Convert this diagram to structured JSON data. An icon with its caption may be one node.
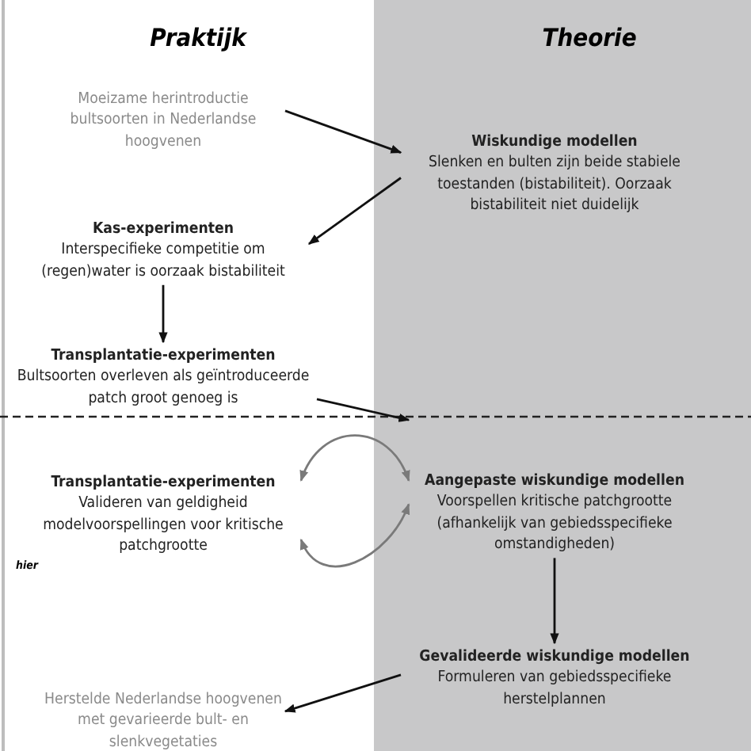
{
  "diagram": {
    "nodes": [
      {
        "text": [
          "Moeizame herintroductie bultsoorten in Nederlandse hoogvenen"
        ]
      },
      {
        "text": [
          "Wiskundige modellen",
          "Slenken en bulten zijn beide stabiele toestanden (bistabiliteit). Oorzaak bistabiliteit niet duidelijk"
        ]
      },
      {
        "text": [
          "Kas-experimenten",
          "Interspecifieke competitie om (regen)water is oorzaak bistabiliteit"
        ]
      },
      {
        "text": [
          "Transplantatie-experimenten",
          "Bultsoorten overleven als geïntroduceerde patch groot genoeg is"
        ]
      },
      {
        "text": [
          "Transplantatie-experimenten",
          "Valideren van geldigheid modelvoorspellingen voor kritische patchgrootte"
        ]
      },
      {
        "text": [
          "Aangepaste wiskundige modellen",
          "Voorspellen kritische patchgrootte (afhankelijk van gebiedsspecifieke omstandigheden)"
        ]
      },
      {
        "text": [
          "Gevalideerde wiskundige modellen",
          "Formuleren van gebiedsspecifieke herstelplannen"
        ]
      },
      {
        "text": [
          "Herstelde Nederlandse hoogvenen met gevarieerde bult- en slenkvegetaties"
        ]
      }
    ],
    "edges": [
      {
        "from": 0,
        "to": 1,
        "arrow": "to"
      },
      {
        "from": 1,
        "to": 2,
        "arrow": "to"
      },
      {
        "from": 2,
        "to": 3,
        "arrow": "to"
      },
      {
        "from": 3,
        "to": 5,
        "arrow": "to"
      },
      {
        "from": 4,
        "to": 5,
        "arrow": "both",
        "color": "#7a7a7a"
      },
      {
        "from": 5,
        "to": 4,
        "arrow": "both",
        "color": "#7a7a7a"
      },
      {
        "from": 5,
        "to": 6,
        "arrow": "to"
      },
      {
        "from": 6,
        "to": 7,
        "arrow": "to"
      }
    ],
    "labels": [
      "Praktijk",
      "Theorie",
      "hier"
    ]
  }
}
